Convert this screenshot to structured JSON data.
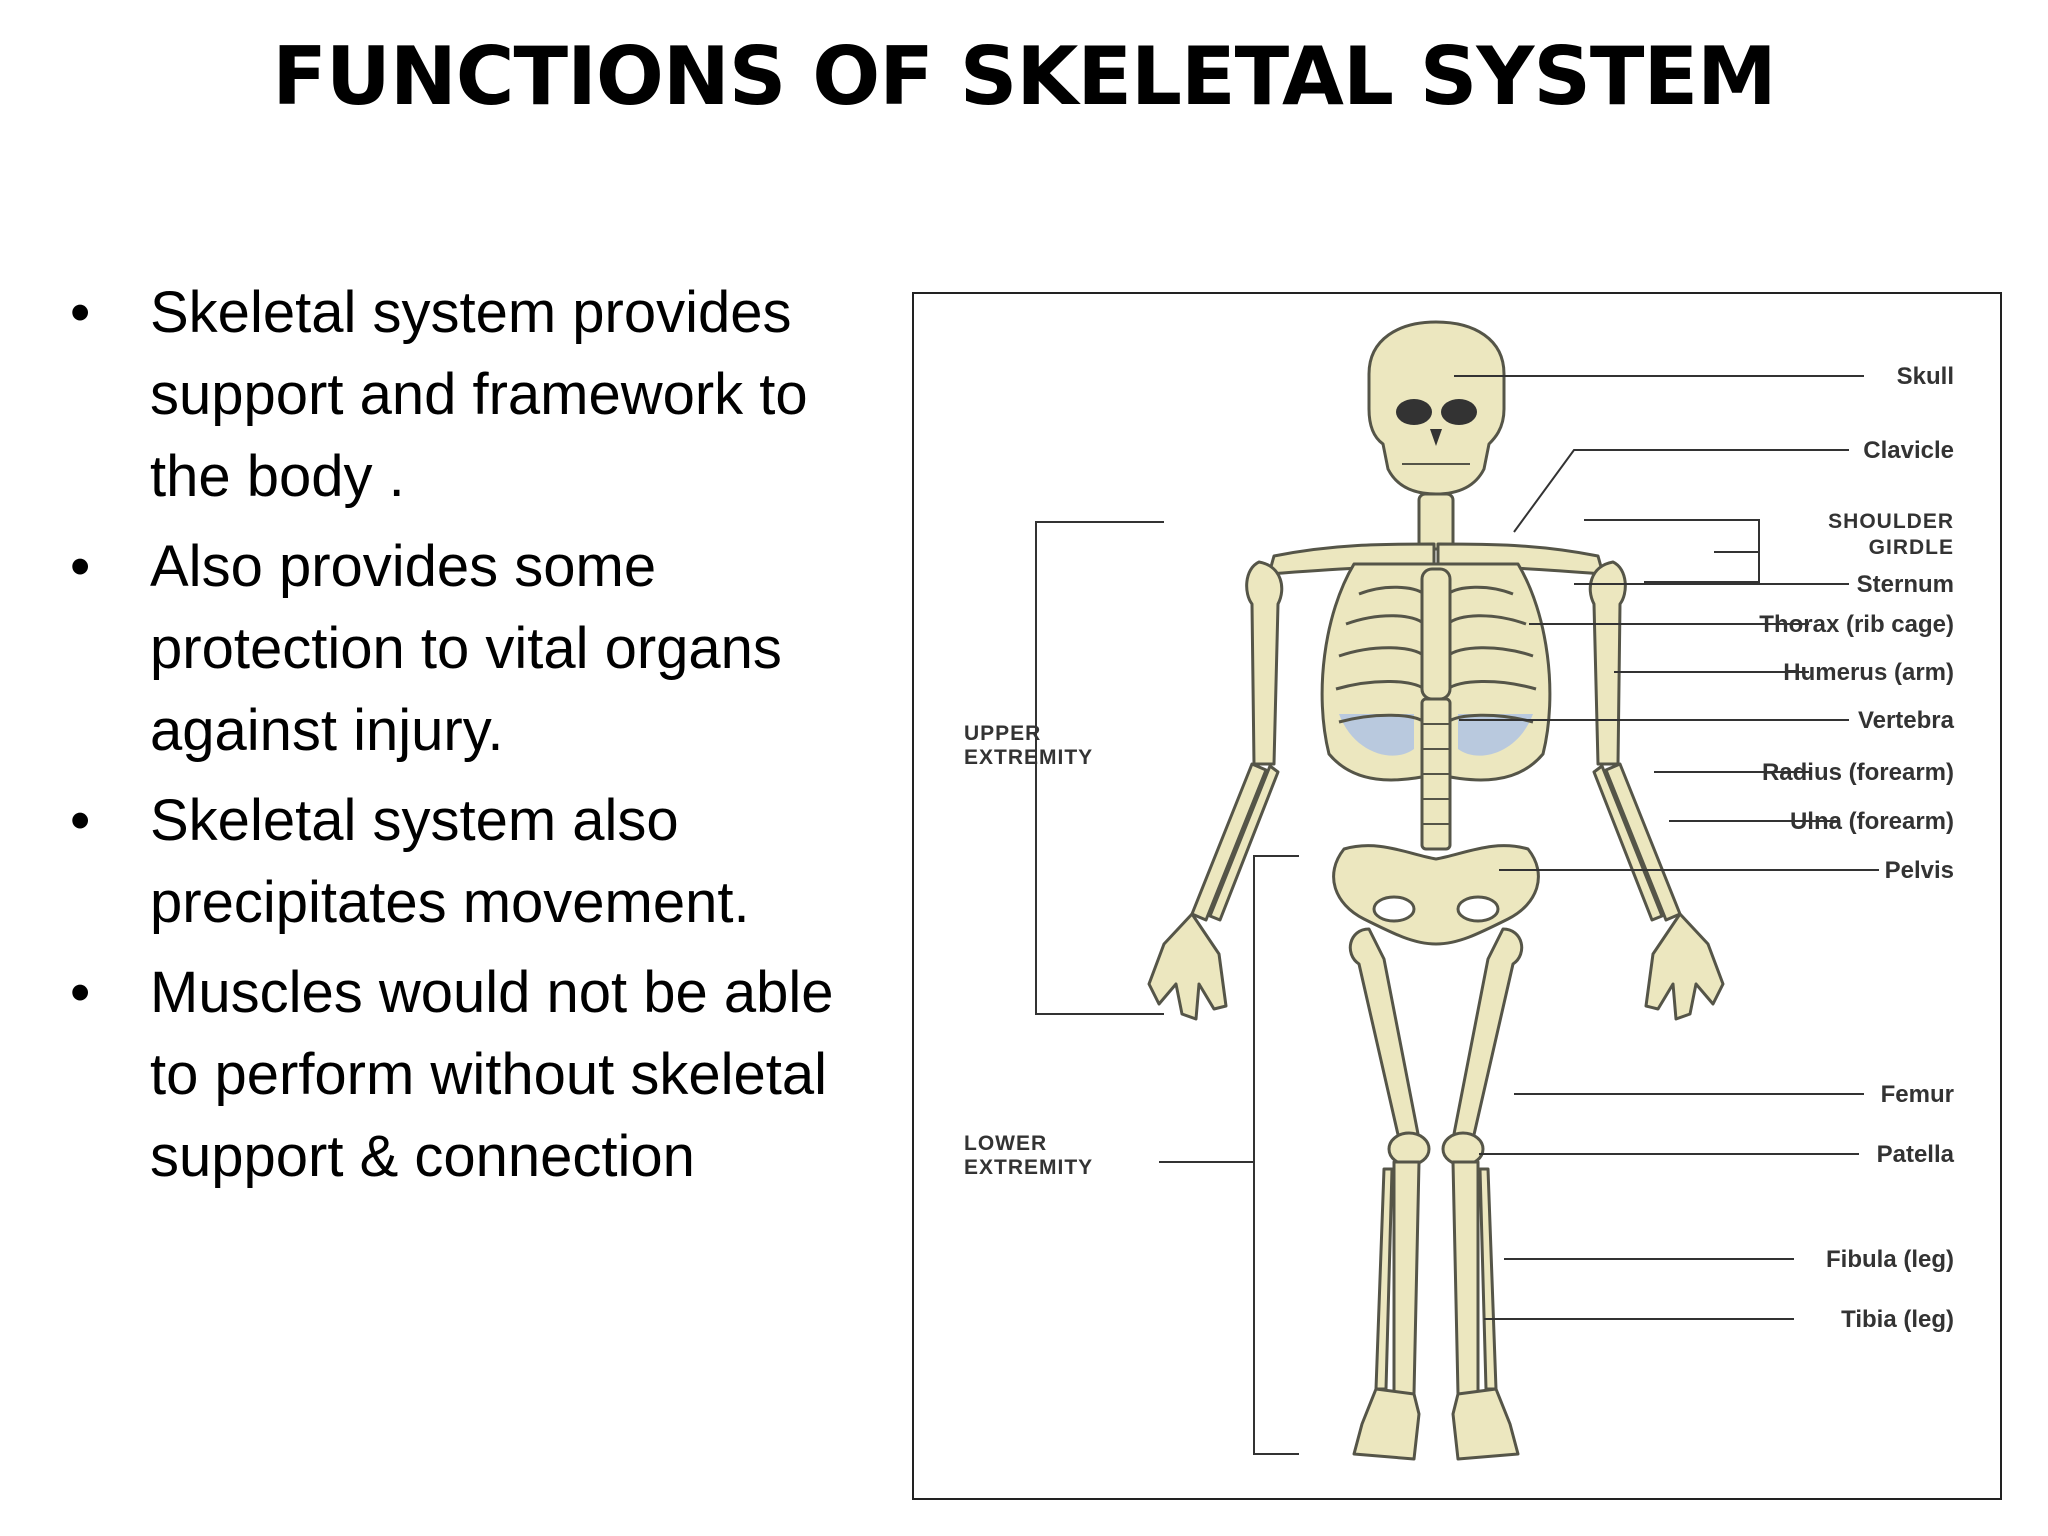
{
  "slide": {
    "title": "FUNCTIONS OF SKELETAL SYSTEM",
    "bullet_glyph": "•",
    "bullets": [
      "Skeletal system provides support and framework to the body .",
      "Also provides some protection to vital organs against injury.",
      "Skeletal system also precipitates movement.",
      "Muscles would not be able to perform without skeletal support & connection"
    ]
  },
  "diagram": {
    "labels": {
      "skull": "Skull",
      "clavicle": "Clavicle",
      "shoulder": "SHOULDER",
      "girdle": "GIRDLE",
      "sternum": "Sternum",
      "thorax": "Thorax (rib cage)",
      "humerus": "Humerus (arm)",
      "vertebra": "Vertebra",
      "radius": "Radius (forearm)",
      "ulna": "Ulna (forearm)",
      "pelvis": "Pelvis",
      "femur": "Femur",
      "patella": "Patella",
      "fibula": "Fibula (leg)",
      "tibia": "Tibia (leg)",
      "upper_1": "UPPER",
      "upper_2": "EXTREMITY",
      "lower_1": "LOWER",
      "lower_2": "EXTREMITY"
    },
    "colors": {
      "bone": "#ece7bf",
      "bone_outline": "#555548",
      "cartilage": "#b9c9de",
      "leader_line": "#333333"
    }
  }
}
